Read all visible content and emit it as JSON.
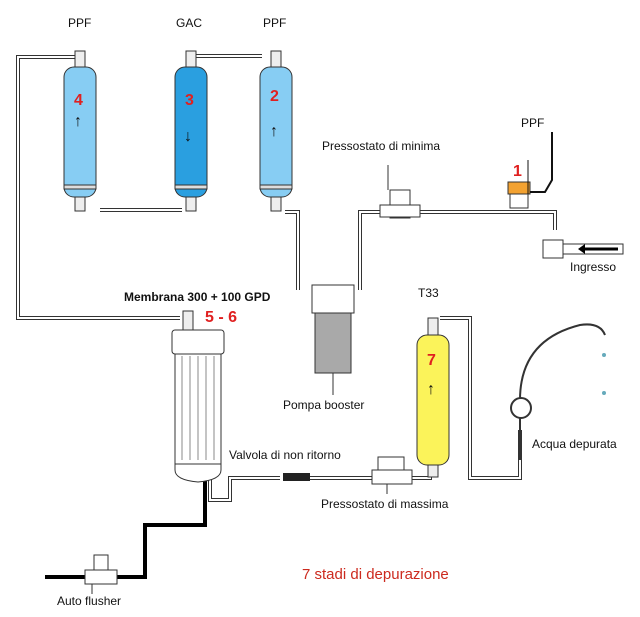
{
  "title": "7 stadi di depurazione",
  "colors": {
    "ppf_blue": "#87cdf3",
    "gac_blue": "#2a9fe0",
    "t33_yellow": "#fbf35a",
    "stage_number_red": "#e02020",
    "title_red": "#cc2a1e",
    "pump_gray": "#a9a9a9"
  },
  "stages": [
    {
      "number": "1",
      "label": "PPF"
    },
    {
      "number": "2",
      "label": "PPF",
      "flow": "up"
    },
    {
      "number": "3",
      "label": "GAC",
      "flow": "down"
    },
    {
      "number": "4",
      "label": "PPF",
      "flow": "up"
    },
    {
      "number": "5 - 6",
      "label": "Membrana 300 + 100 GPD"
    },
    {
      "number": "7",
      "label": "T33",
      "flow": "up"
    }
  ],
  "components": {
    "pressostato_minima": "Pressostato di minima",
    "pressostato_massima": "Pressostato di massima",
    "pompa": "Pompa booster",
    "valvola": "Valvola di non ritorno",
    "ingresso": "Ingresso",
    "acqua": "Acqua depurata",
    "flusher": "Auto flusher"
  },
  "arrows": {
    "up": "↑",
    "down": "↓"
  }
}
